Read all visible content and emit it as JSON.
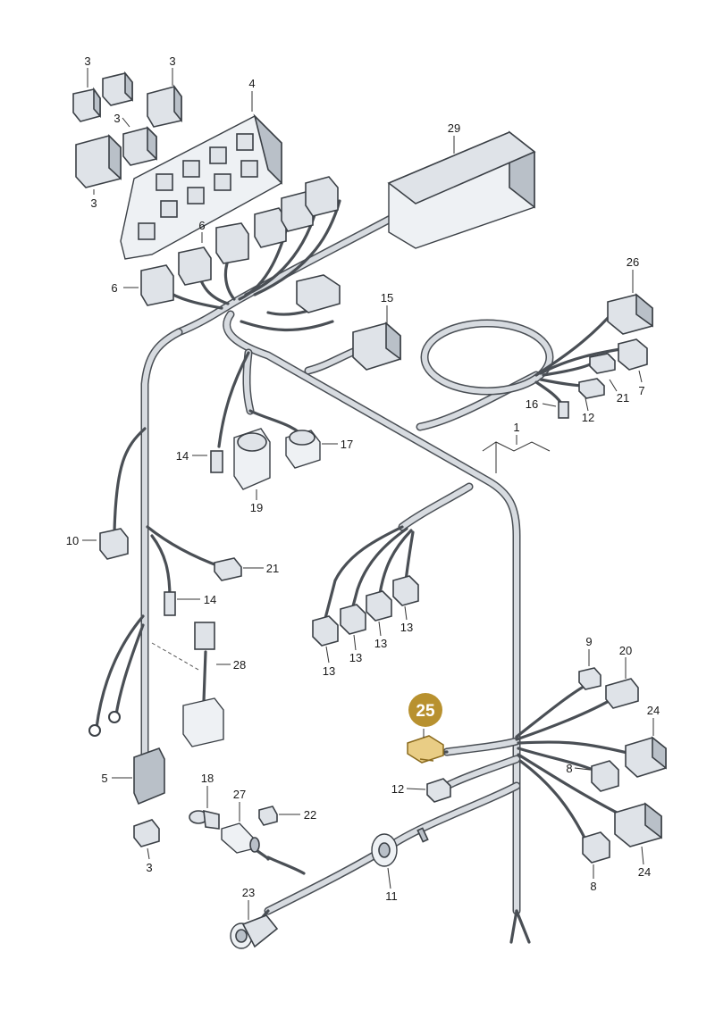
{
  "callouts": [
    {
      "id": "c3a",
      "text": "3"
    },
    {
      "id": "c3b",
      "text": "3"
    },
    {
      "id": "c3c",
      "text": "3"
    },
    {
      "id": "c3d",
      "text": "3"
    },
    {
      "id": "c4",
      "text": "4"
    },
    {
      "id": "c29",
      "text": "29"
    },
    {
      "id": "c6a",
      "text": "6"
    },
    {
      "id": "c6b",
      "text": "6"
    },
    {
      "id": "c26",
      "text": "26"
    },
    {
      "id": "c15",
      "text": "15"
    },
    {
      "id": "c7",
      "text": "7"
    },
    {
      "id": "c21a",
      "text": "21"
    },
    {
      "id": "c16",
      "text": "16"
    },
    {
      "id": "c12a",
      "text": "12"
    },
    {
      "id": "c1",
      "text": "1"
    },
    {
      "id": "c14a",
      "text": "14"
    },
    {
      "id": "c17",
      "text": "17"
    },
    {
      "id": "c19",
      "text": "19"
    },
    {
      "id": "c10",
      "text": "10"
    },
    {
      "id": "c21b",
      "text": "21"
    },
    {
      "id": "c14b",
      "text": "14"
    },
    {
      "id": "c28",
      "text": "28"
    },
    {
      "id": "c13a",
      "text": "13"
    },
    {
      "id": "c13b",
      "text": "13"
    },
    {
      "id": "c13c",
      "text": "13"
    },
    {
      "id": "c13d",
      "text": "13"
    },
    {
      "id": "c9",
      "text": "9"
    },
    {
      "id": "c20",
      "text": "20"
    },
    {
      "id": "c24a",
      "text": "24"
    },
    {
      "id": "c8a",
      "text": "8"
    },
    {
      "id": "c5",
      "text": "5"
    },
    {
      "id": "c12b",
      "text": "12"
    },
    {
      "id": "c18",
      "text": "18"
    },
    {
      "id": "c27",
      "text": "27"
    },
    {
      "id": "c22",
      "text": "22"
    },
    {
      "id": "c3e",
      "text": "3"
    },
    {
      "id": "c23",
      "text": "23"
    },
    {
      "id": "c11",
      "text": "11"
    },
    {
      "id": "c8b",
      "text": "8"
    },
    {
      "id": "c24b",
      "text": "24"
    }
  ],
  "highlight": {
    "label": "25",
    "badge_color": "#b8912f",
    "part_color": "#e9cd85"
  }
}
